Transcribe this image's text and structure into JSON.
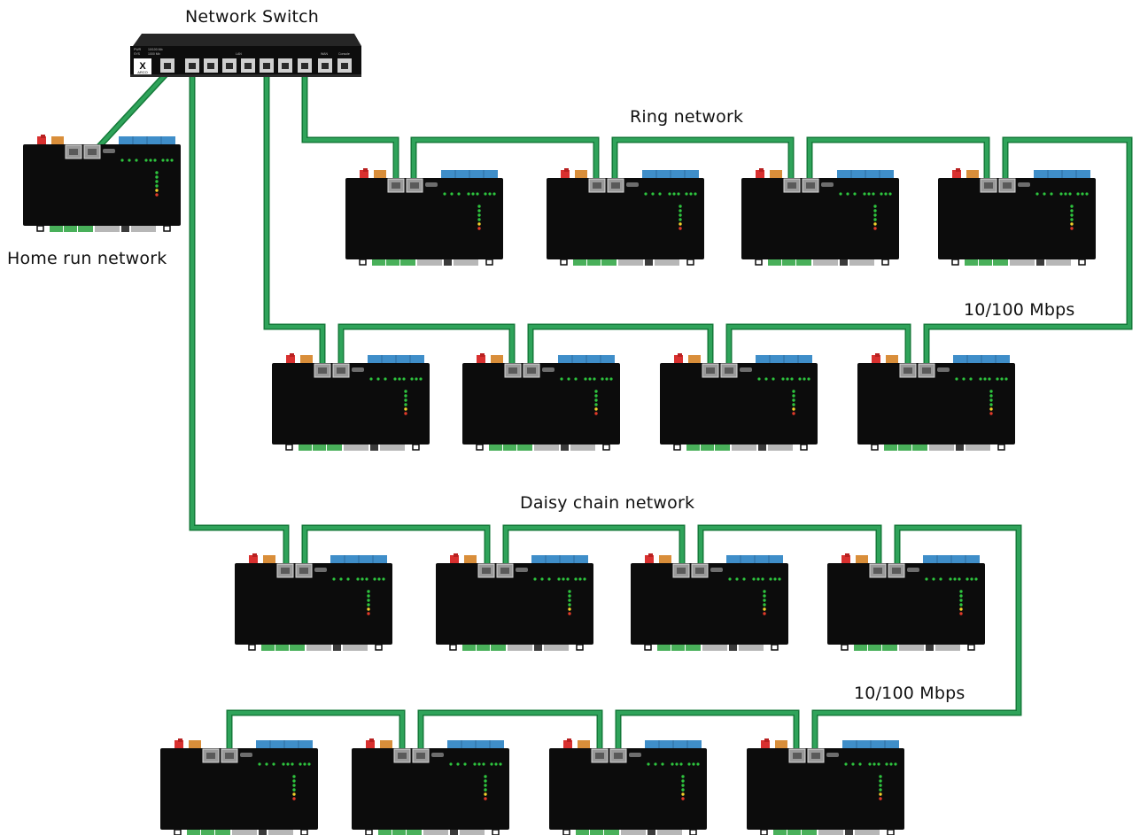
{
  "labels": {
    "network_switch": "Network Switch",
    "ring_network": "Ring network",
    "home_run_network": "Home run network",
    "speed_ring": "10/100 Mbps",
    "daisy_chain_network": "Daisy chain network",
    "speed_daisy": "10/100 Mbps"
  },
  "switch": {
    "logo_text": "X",
    "logo_sub": "ARCO",
    "top_labels": [
      "PWR",
      "SYS",
      "10/100 Mb",
      "1000 Mb",
      "LAN",
      "WAN",
      "Console"
    ]
  },
  "colors": {
    "cable": "#2fa35a",
    "cable_edge": "#157a3a",
    "controller_body": "#0c0c0c",
    "terminal_green": "#49b05a",
    "terminal_blue": "#3f8ec9",
    "terminal_red": "#d8302f",
    "terminal_orange": "#d98e3a",
    "led_green": "#2ec43e",
    "led_yellow": "#f2d22b",
    "led_red": "#e23a2a"
  }
}
